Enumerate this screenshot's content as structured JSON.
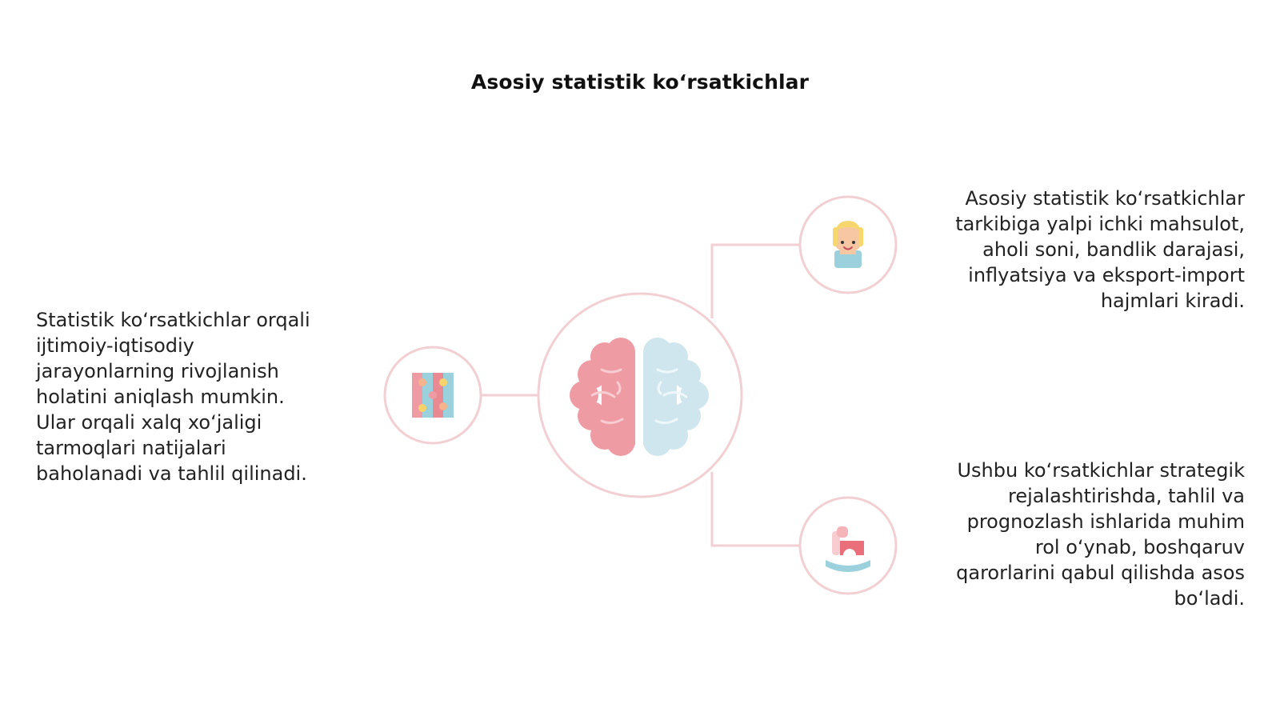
{
  "title": "Asosiy statistik ko‘rsatkichlar",
  "accent_color": "#f2cfd2",
  "nodes": {
    "center": {
      "icon": "brain-icon"
    },
    "left": {
      "icon": "puzzle-icon",
      "text": "Statistik ko‘rsatkichlar orqali\nijtimoiy-iqtisodiy\njarayonlarning rivojlanish\nholatini aniqlash mumkin.\nUlar orqali xalq xo‘jaligi\ntarmoqlari natijalari\nbaholanadi va tahlil qilinadi."
    },
    "top_right": {
      "icon": "person-icon",
      "text": "Asosiy statistik ko‘rsatkichlar\ntarkibiga yalpi ichki mahsulot,\naholi soni, bandlik darajasi,\ninflyatsiya va eksport-import\nhajmlari kiradi."
    },
    "bottom_right": {
      "icon": "rocking-horse-icon",
      "text": "Ushbu ko‘rsatkichlar strategik\nrejalashtirishda, tahlil va\nprognozlash ishlarida muhim\nrol o‘ynab, boshqaruv\nqarorlarini qabul qilishda asos\nbo‘ladi."
    }
  }
}
